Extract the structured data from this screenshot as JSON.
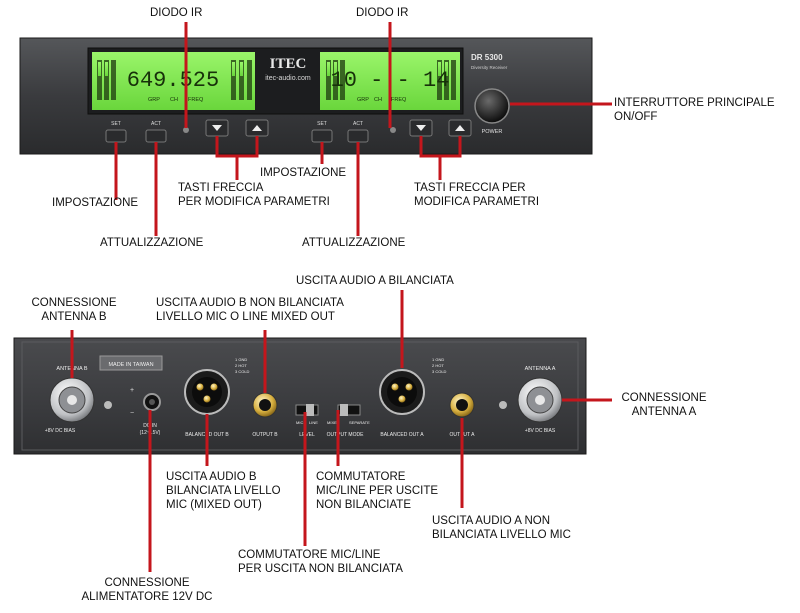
{
  "front": {
    "brand": "ITEC",
    "website": "itec-audio.com",
    "model": "DR 5300",
    "model_sub": "Diversity Receiver",
    "power_label": "POWER",
    "left_display": "649.525",
    "right_display": "10 - - 14",
    "lcd_tags": [
      "GRP",
      "CH",
      "FREQ"
    ],
    "lcd_tags_right": [
      "GRP",
      "CH",
      "FREQ"
    ],
    "btn_set": "SET",
    "btn_act": "ACT"
  },
  "rear": {
    "made_in": "MADE IN TAIWAN",
    "antenna_b": "ANTENNA B",
    "antenna_a": "ANTENNA A",
    "dc_bias": "+8V DC BIAS",
    "dc_in": "DC IN",
    "dc_in_spec": "(12~15V)",
    "balanced_out_b": "BALANCED OUT B",
    "output_b": "OUTPUT B",
    "level": "LEVEL",
    "mic": "MIC",
    "line": "LINE",
    "mixed": "MIXED",
    "separate": "SEPARATE",
    "output_mode": "OUTPUT MODE",
    "balanced_out_a": "BALANCED OUT A",
    "output_a": "OUTPUT A",
    "pin_1": "1 GND",
    "pin_2": "2 HOT",
    "pin_3": "3 COLD"
  },
  "labels": {
    "diodo_ir_1": "DIODO IR",
    "diodo_ir_2": "DIODO IR",
    "interruttore": [
      "INTERRUTTORE PRINCIPALE",
      "ON/OFF"
    ],
    "impostazione_1": "IMPOSTAZIONE",
    "attualizzazione_1": "ATTUALIZZAZIONE",
    "tasti_freccia_1": [
      "TASTI FRECCIA",
      "PER MODIFICA PARAMETRI"
    ],
    "impostazione_2": "IMPOSTAZIONE",
    "attualizzazione_2": "ATTUALIZZAZIONE",
    "tasti_freccia_2": [
      "TASTI FRECCIA PER",
      "MODIFICA PARAMETRI"
    ],
    "uscita_bilanciata_a": "USCITA AUDIO A BILANCIATA",
    "connessione_b": [
      "CONNESSIONE",
      "ANTENNA B"
    ],
    "uscita_b_non_bil": [
      "USCITA AUDIO B NON BILANCIATA",
      "LIVELLO MIC O LINE MIXED OUT"
    ],
    "connessione_a": [
      "CONNESSIONE",
      "ANTENNA A"
    ],
    "uscita_b_bil": [
      "USCITA AUDIO B",
      "BILANCIATA LIVELLO",
      "MIC (MIXED OUT)"
    ],
    "commutatore_1": [
      "COMMUTATORE",
      "MIC/LINE PER USCITE",
      "NON BILANCIATE"
    ],
    "uscita_a_non_bil": [
      "USCITA AUDIO A NON",
      "BILANCIATA LIVELLO MIC"
    ],
    "commutatore_2": [
      "COMMUTATORE MIC/LINE",
      "PER USCITA NON BILANCIATA"
    ],
    "alimentatore": [
      "CONNESSIONE",
      "ALIMENTATORE 12V DC"
    ]
  },
  "colors": {
    "panel": "#3a3b3e",
    "lcd": "#7fe64c",
    "leader": "#c4161c"
  }
}
